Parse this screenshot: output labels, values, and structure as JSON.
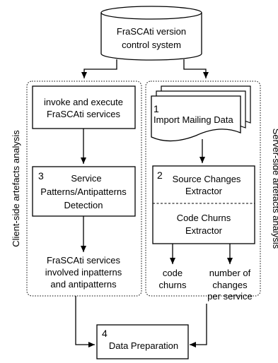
{
  "nodes": {
    "repository": {
      "lines": [
        "FraSCAti version",
        "control system"
      ]
    },
    "invoke": {
      "lines": [
        "invoke and execute",
        "FraSCAti services"
      ]
    },
    "patterns": {
      "number": "3",
      "lines": [
        "Service",
        "Patterns/Antipatterns",
        "Detection"
      ]
    },
    "client_output": {
      "lines": [
        "FraSCAti services",
        "involved inpatterns",
        "and antipatterns"
      ]
    },
    "mailing": {
      "number": "1",
      "label": "Import Mailing Data"
    },
    "extractor": {
      "number": "2",
      "top_lines": [
        "Source Changes",
        "Extractor"
      ],
      "bottom_lines": [
        "Code Churns",
        "Extractor"
      ]
    },
    "churns_output": {
      "lines": [
        "code",
        "churns"
      ]
    },
    "changes_output": {
      "lines": [
        "number of",
        "changes",
        "per service"
      ]
    },
    "prep": {
      "number": "4",
      "label": "Data Preparation"
    }
  },
  "groups": {
    "client": "Client-side artefacts analysis",
    "server": "Server-side artefacts analysis"
  }
}
